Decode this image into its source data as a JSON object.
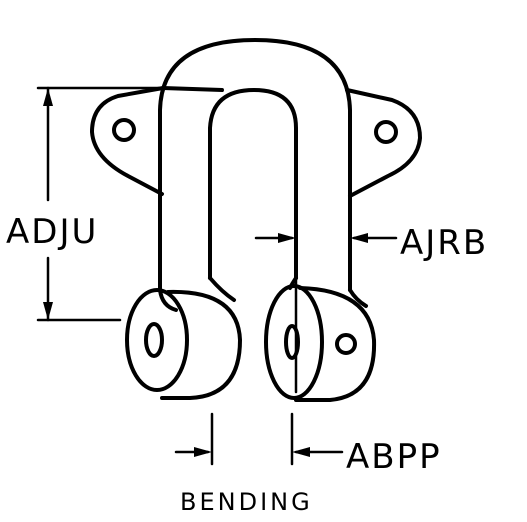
{
  "diagram": {
    "dimensions": {
      "adju": "ADJU",
      "ajrb": "AJRB",
      "abpp": "ABPP"
    },
    "caption": "BENDING"
  }
}
